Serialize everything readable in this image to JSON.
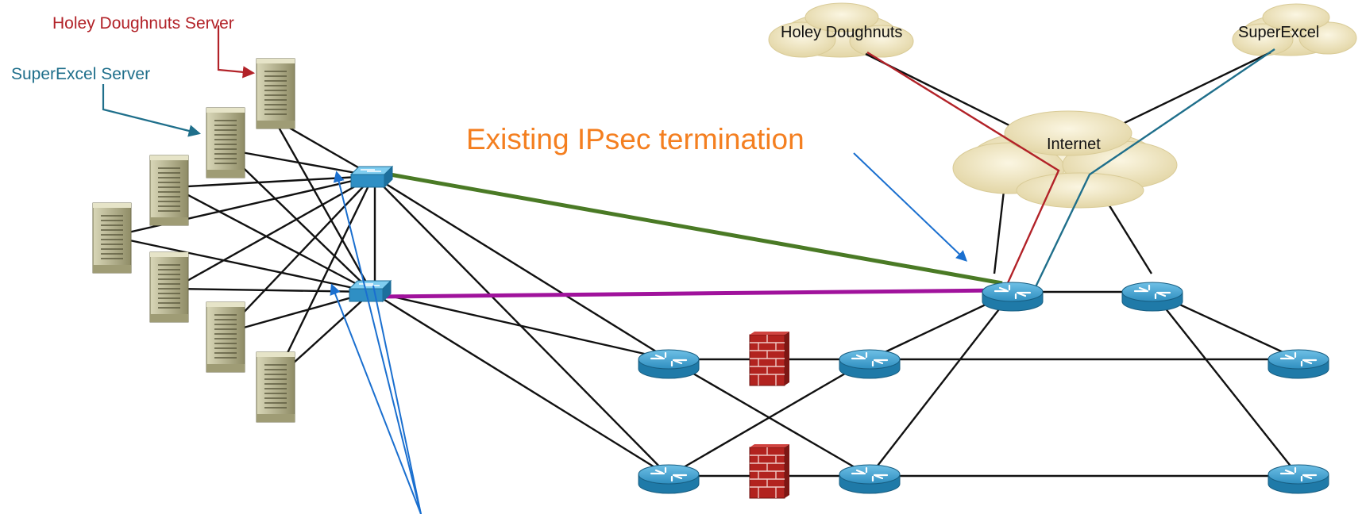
{
  "labels": {
    "hd_server": "Holey Doughnuts Server",
    "se_server": "SuperExcel Server",
    "existing_ipsec": "Existing IPsec termination",
    "cloud_hd": "Holey Doughnuts",
    "cloud_se": "SuperExcel",
    "cloud_internet": "Internet"
  },
  "colors": {
    "hd_red": "#b22228",
    "se_teal": "#1f6f8b",
    "annotation_orange": "#f47f20",
    "arrow_blue": "#1a6fcf",
    "green_link": "#4a7a25",
    "magenta_link": "#a0129c",
    "link_black": "#111111",
    "router_blue": "#2e86ad",
    "switch_blue": "#3ba3d8",
    "firewall_red": "#a8201e",
    "server_tan": "#b8b58e",
    "cloud_fill": "#f4eccb"
  },
  "icons": {
    "server": "server-icon",
    "switch": "switch-icon",
    "router": "router-icon",
    "firewall": "firewall-icon",
    "cloud": "cloud-icon"
  }
}
